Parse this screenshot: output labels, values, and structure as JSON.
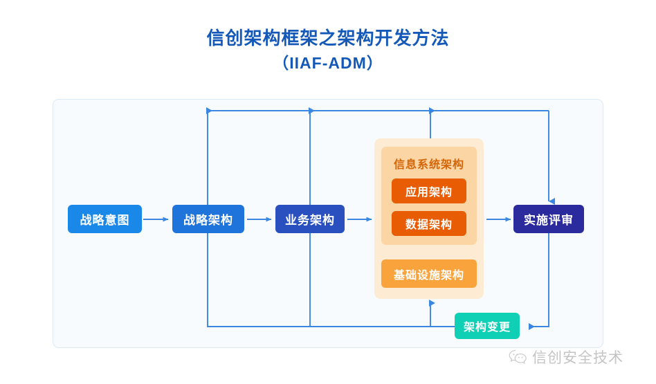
{
  "title": {
    "line1": "信创架构框架之架构开发方法",
    "line2": "（IIAF-ADM）"
  },
  "colors": {
    "title": "#1459b8",
    "canvas_bg": "#f7fbfe",
    "canvas_border": "#dbeaf7",
    "connector": "#3a86e0",
    "strategy_intent": "#1a88e8",
    "strategy_arch": "#1f74dc",
    "business_arch": "#2a50c0",
    "implementation_review": "#2b2b9e",
    "arch_change": "#0fcfb5",
    "panel_outer": "#fdebd3",
    "panel_inner": "#fcd5a5",
    "panel_inner_title": "#d4660a",
    "app_data_arch": "#e85d04",
    "infrastructure_arch": "#f8a33c",
    "watermark": "#c4c4c4"
  },
  "diagram": {
    "nodes": [
      {
        "id": "strategy-intent",
        "label": "战略意图"
      },
      {
        "id": "strategy-arch",
        "label": "战略架构"
      },
      {
        "id": "business-arch",
        "label": "业务架构"
      },
      {
        "id": "information-system-arch",
        "label": "信息系统架构"
      },
      {
        "id": "application-arch",
        "label": "应用架构"
      },
      {
        "id": "data-arch",
        "label": "数据架构"
      },
      {
        "id": "infrastructure-arch",
        "label": "基础设施架构"
      },
      {
        "id": "implementation-review",
        "label": "实施评审"
      },
      {
        "id": "arch-change",
        "label": "架构变更"
      }
    ],
    "flow": [
      "战略意图 → 战略架构",
      "战略架构 → 业务架构",
      "业务架构 → 信息系统架构",
      "信息系统架构 → 实施评审",
      "实施评审 → 架构变更",
      "架构变更 → 信息系统架构",
      "架构变更 → 业务架构",
      "架构变更 → 战略架构",
      "反馈环 → 战略架构 / 业务架构 / 信息系统架构 / 实施评审"
    ]
  },
  "watermark": {
    "icon": "wechat-icon",
    "text": "信创安全技术"
  }
}
